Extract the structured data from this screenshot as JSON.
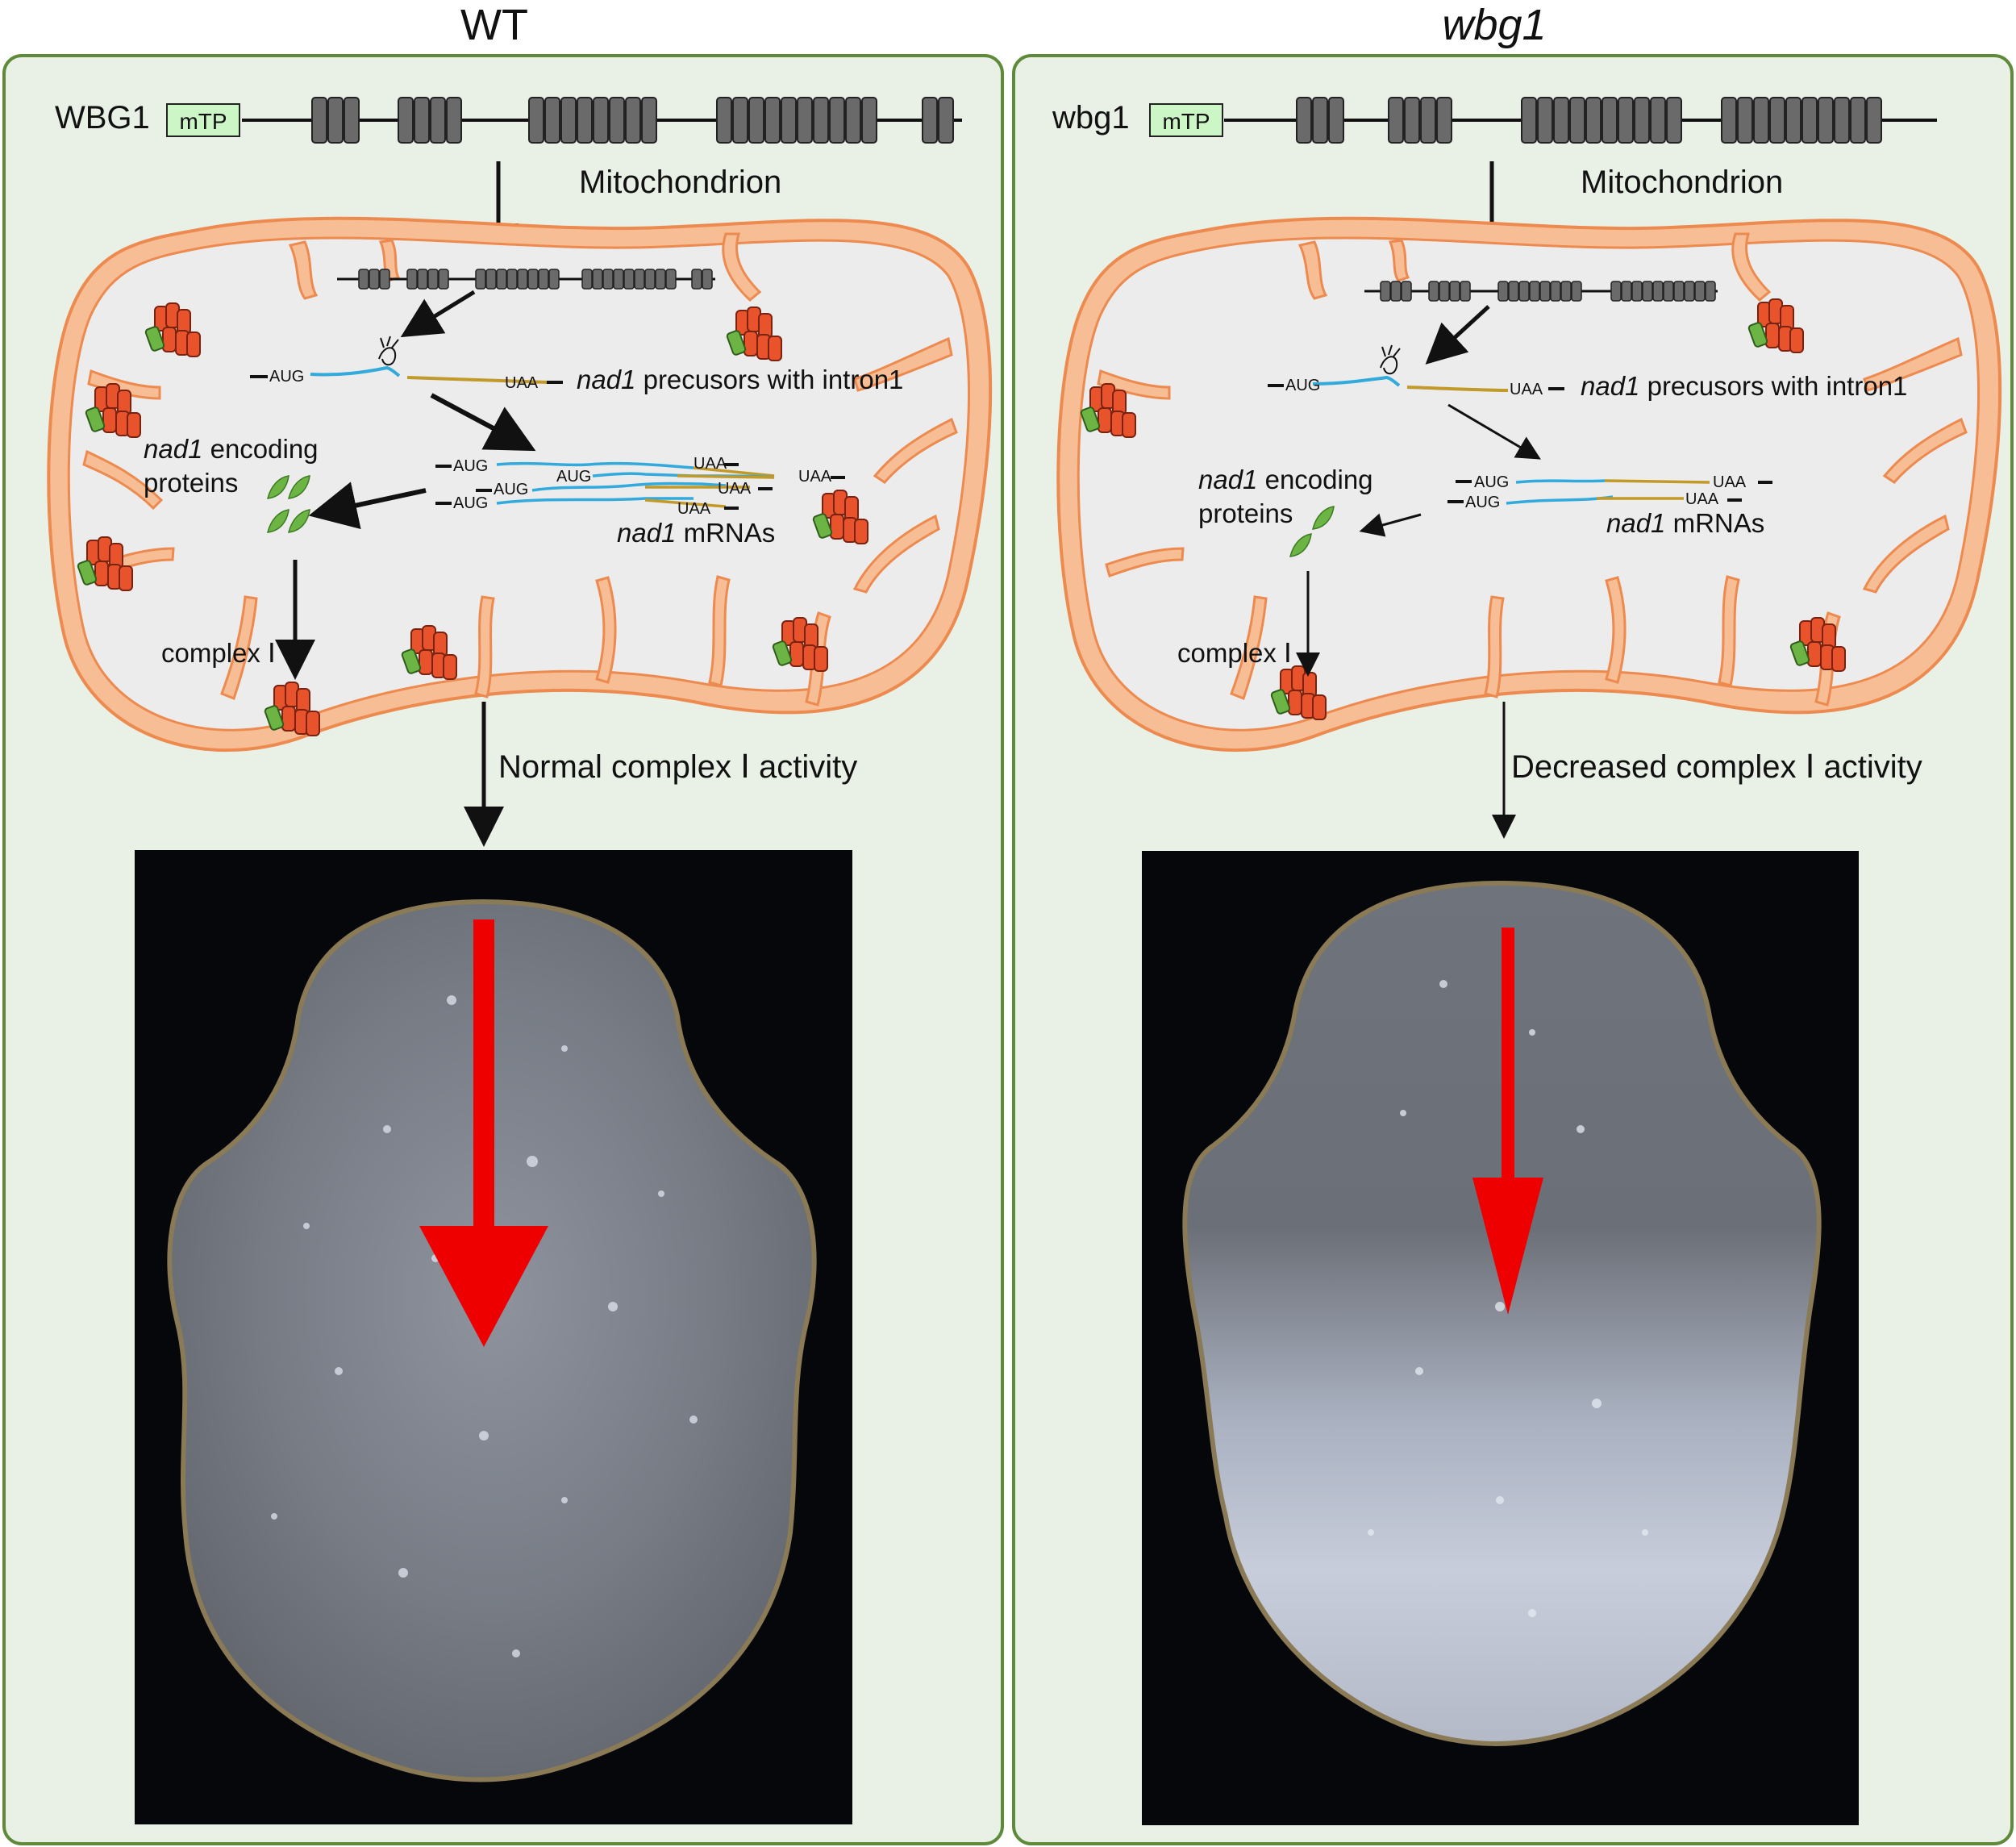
{
  "panels": {
    "left": {
      "title": "WT",
      "gene_label": "WBG1",
      "mtp_label": "mTP",
      "organelle_label": "Mitochondrion",
      "precursor_label_italic": "nad1",
      "precursor_label_rest": " precusors with intron1",
      "protein_label_italic": "nad1",
      "protein_label_rest": " encoding",
      "protein_label_line2": "proteins",
      "mrna_label_italic": "nad1",
      "mrna_label_rest": " mRNAs",
      "complex_label": "complex Ⅰ",
      "activity_label": "Normal complex Ⅰ activity",
      "aug": "AUG",
      "uaa": "UAA"
    },
    "right": {
      "title": "wbg1",
      "gene_label": "wbg1",
      "mtp_label": "mTP",
      "organelle_label": "Mitochondrion",
      "precursor_label_italic": "nad1",
      "precursor_label_rest": " precusors with intron1",
      "protein_label_italic": "nad1",
      "protein_label_rest": " encoding",
      "protein_label_line2": "proteins",
      "mrna_label_italic": "nad1",
      "mrna_label_rest": " mRNAs",
      "complex_label": "complex Ⅰ",
      "activity_label": "Decreased complex Ⅰ activity",
      "aug": "AUG",
      "uaa": "UAA"
    }
  },
  "colors": {
    "panel_bg": "#e9f1e6",
    "panel_border": "#5f8a3a",
    "membrane": "#f7bd94",
    "membrane_edge": "#ec8a4f",
    "matrix": "#ececec",
    "exon": "#6a6a6a",
    "mrna_blue": "#32aadc",
    "mrna_gold": "#c19a2a",
    "protein_green": "#6cb545",
    "complex_orange": "#e8532b",
    "seed_arrow": "#ee0000"
  },
  "icons": [
    "exon-box",
    "mitochondrion",
    "complex-i-icon",
    "protein-icon",
    "intron-lariat-icon",
    "red-arrow-icon"
  ]
}
